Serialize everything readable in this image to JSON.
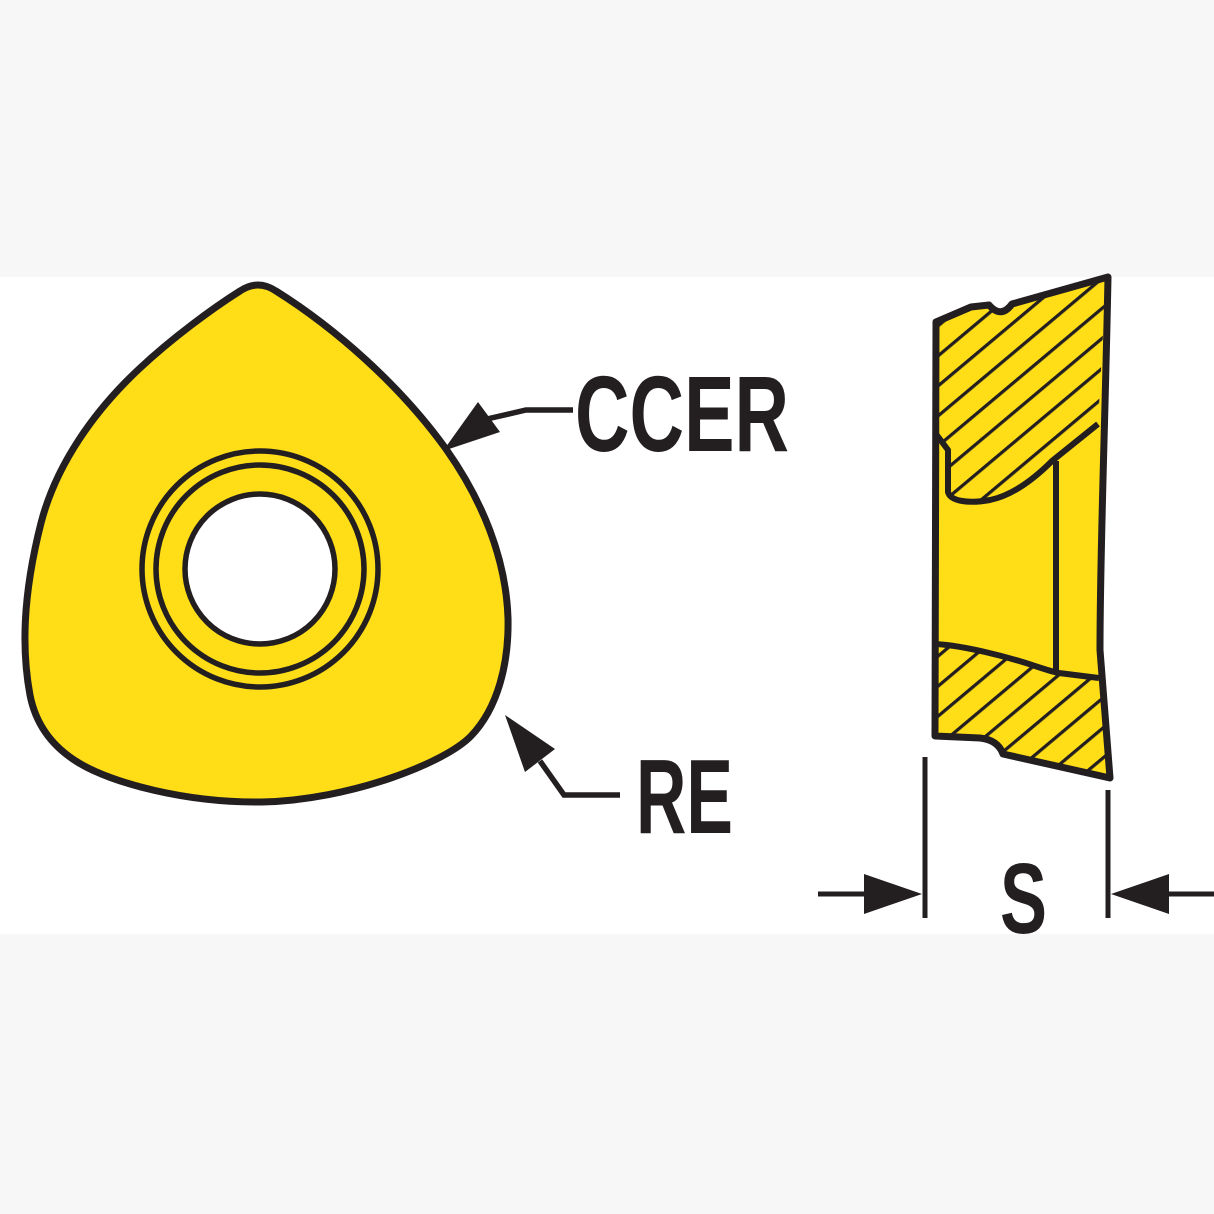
{
  "figure": {
    "description": "Indexable milling insert dimension diagram with top view and cross-section side view",
    "labels": {
      "ccer": "CCER",
      "re": "RE",
      "s": "S"
    },
    "colors": {
      "insert_yellow": "#ffdd17",
      "line_black": "#231f20",
      "background_white": "#ffffff",
      "margin_gray": "#f7f7f7",
      "hole_white": "#ffffff"
    }
  }
}
